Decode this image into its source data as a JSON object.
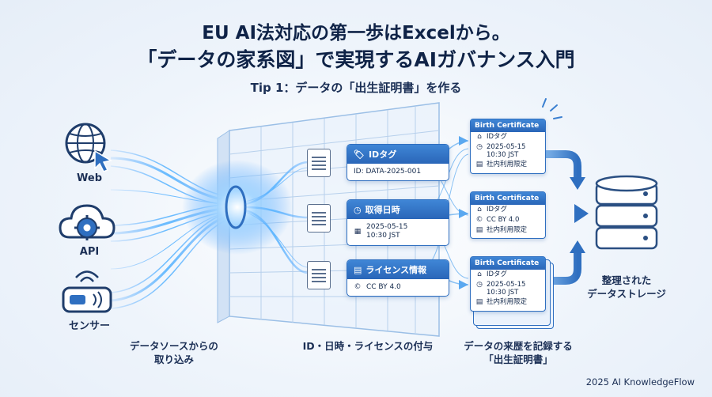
{
  "title": {
    "line1": "EU AI法対応の第一歩はExcelから。",
    "line2": "「データの家系図」で実現するAIガバナンス入門",
    "tip": "Tip 1：データの「出生証明書」を作る"
  },
  "sources": [
    {
      "label": "Web",
      "icon": "globe-cursor-icon"
    },
    {
      "label": "API",
      "icon": "cloud-gear-icon"
    },
    {
      "label": "センサー",
      "icon": "sensor-icon"
    }
  ],
  "tags": [
    {
      "header": "IDタグ",
      "icon": "tag-icon",
      "value_icon": "",
      "value": "ID: DATA-2025-001"
    },
    {
      "header": "取得日時",
      "icon": "clock-icon",
      "value_icon": "calendar-icon",
      "value": "2025-05-15\n10:30 JST"
    },
    {
      "header": "ライセンス情報",
      "icon": "license-icon",
      "value_icon": "copyright-icon",
      "value": "CC BY 4.0"
    }
  ],
  "certificates": [
    {
      "header": "Birth Certificate",
      "rows": [
        {
          "icon": "tag-icon",
          "text": "IDタグ"
        },
        {
          "icon": "clock-icon",
          "text": "2025-05-15\n10:30 JST"
        },
        {
          "icon": "document-icon",
          "text": "社内利用限定"
        }
      ]
    },
    {
      "header": "Birth Certificate",
      "rows": [
        {
          "icon": "tag-icon",
          "text": "IDタグ"
        },
        {
          "icon": "copyright-icon",
          "text": "CC BY 4.0"
        },
        {
          "icon": "document-icon",
          "text": "社内利用限定"
        }
      ]
    },
    {
      "header": "Birth Certificate",
      "rows": [
        {
          "icon": "tag-icon",
          "text": "IDタグ"
        },
        {
          "icon": "clock-icon",
          "text": "2025-05-15\n10:30 JST"
        },
        {
          "icon": "document-icon",
          "text": "社内利用限定"
        }
      ]
    }
  ],
  "storage": {
    "label": "整理された\nデータストレージ",
    "icon": "database-icon"
  },
  "stage_labels": [
    "データソースからの\n取り込み",
    "ID・日時・ライセンスの付与",
    "データの来歴を記録する\n「出生証明書」"
  ],
  "footer": "2025 AI KnowledgeFlow",
  "colors": {
    "accent": "#2f6fc0",
    "flow": "#4da3ff",
    "title": "#0f2347"
  }
}
